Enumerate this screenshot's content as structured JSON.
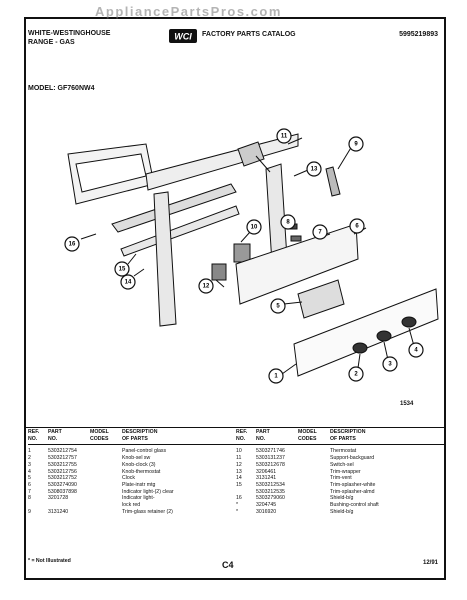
{
  "watermark": "AppliancePartsPros.com",
  "header": {
    "brand_line1": "WHITE-WESTINGHOUSE",
    "brand_line2": "RANGE - GAS",
    "logo_text": "WCI",
    "catalog_title": "FACTORY PARTS CATALOG",
    "catalog_number": "5995219893"
  },
  "model": "MODEL: GF760NW4",
  "diagram": {
    "code": "1534",
    "callouts": [
      "1",
      "2",
      "3",
      "4",
      "5",
      "6",
      "7",
      "8",
      "9",
      "10",
      "11",
      "12",
      "13",
      "14",
      "15",
      "16"
    ]
  },
  "parts_table": {
    "headers": {
      "ref": [
        "REF.",
        "NO."
      ],
      "part": [
        "PART",
        "NO."
      ],
      "model": [
        "MODEL",
        "CODES"
      ],
      "desc": [
        "DESCRIPTION",
        "OF PARTS"
      ]
    },
    "left_rows": [
      {
        "ref": "1",
        "part": "5303212754",
        "code": "",
        "desc": "Panel-control glass"
      },
      {
        "ref": "2",
        "part": "5303212757",
        "code": "",
        "desc": "Knob-sel sw"
      },
      {
        "ref": "3",
        "part": "5303212755",
        "code": "",
        "desc": "Knob-clock (3)"
      },
      {
        "ref": "4",
        "part": "5303212756",
        "code": "",
        "desc": "Knob-thermostat"
      },
      {
        "ref": "5",
        "part": "5303212752",
        "code": "",
        "desc": "Clock"
      },
      {
        "ref": "6",
        "part": "5303274090",
        "code": "",
        "desc": "Plate-instr mtg"
      },
      {
        "ref": "7",
        "part": "5308037898",
        "code": "",
        "desc": "Indicator light-(2) clear"
      },
      {
        "ref": "8",
        "part": "3201728",
        "code": "",
        "desc": "Indicator light-"
      },
      {
        "ref": "",
        "part": "",
        "code": "",
        "desc": "lock red"
      },
      {
        "ref": "9",
        "part": "3131240",
        "code": "",
        "desc": "Trim-glass retainer (2)"
      }
    ],
    "right_rows": [
      {
        "ref": "10",
        "part": "5303271746",
        "code": "",
        "desc": "Thermostat"
      },
      {
        "ref": "11",
        "part": "5303131237",
        "code": "",
        "desc": "Support-backguard"
      },
      {
        "ref": "12",
        "part": "5303212678",
        "code": "",
        "desc": "Switch-sel"
      },
      {
        "ref": "13",
        "part": "3206461",
        "code": "",
        "desc": "Trim-wrapper"
      },
      {
        "ref": "14",
        "part": "3131241",
        "code": "",
        "desc": "Trim-vent"
      },
      {
        "ref": "15",
        "part": "5303212534",
        "code": "",
        "desc": "Trim-splasher-white"
      },
      {
        "ref": "",
        "part": "5303212535",
        "code": "",
        "desc": "Trim-splasher-almd"
      },
      {
        "ref": "16",
        "part": "5303279060",
        "code": "",
        "desc": "Shield-b/g"
      },
      {
        "ref": "*",
        "part": "3204745",
        "code": "",
        "desc": "Bushing-control shaft"
      },
      {
        "ref": "*",
        "part": "3016920",
        "code": "",
        "desc": "Shield-b/g"
      }
    ]
  },
  "footer": {
    "note": "* = Not Illustrated",
    "page": "C4",
    "date": "12/91"
  }
}
